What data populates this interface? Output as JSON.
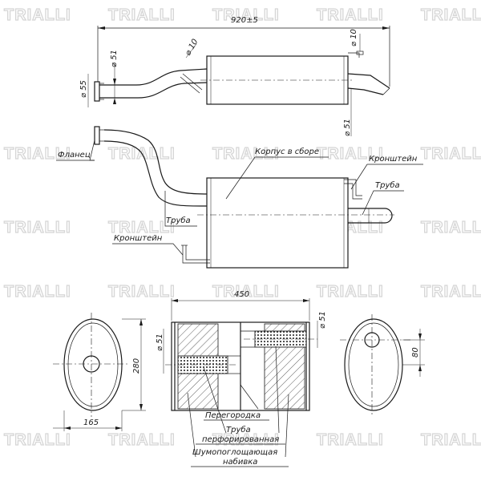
{
  "watermark": {
    "brand": "TRIALLI"
  },
  "dimensions": {
    "overall_length": "920±5",
    "tube_inlet_diameter": "⌀ 51",
    "flange_diameter": "⌀ 55",
    "bracket_diameter_front": "⌀ 10",
    "bracket_diameter_rear": "⌀ 10",
    "tail_diameter": "⌀ 51",
    "body_length": "450",
    "body_height": "280",
    "body_width": "165",
    "inner_tube_left": "⌀ 51",
    "inner_tube_right": "⌀ 51",
    "outlet_offset": "80"
  },
  "labels": {
    "flange": "Фланец",
    "body_assembly": "Корпус в сборе",
    "bracket_right": "Кронштейн",
    "pipe_right": "Труба",
    "pipe_left": "Труба",
    "bracket_left": "Кронштейн",
    "partition": "Перегородка",
    "perforated_pipe_line1": "Труба",
    "perforated_pipe_line2": "перфорированная",
    "absorbing_fill_line1": "Шумопоглощающая",
    "absorbing_fill_line2": "набивка"
  }
}
